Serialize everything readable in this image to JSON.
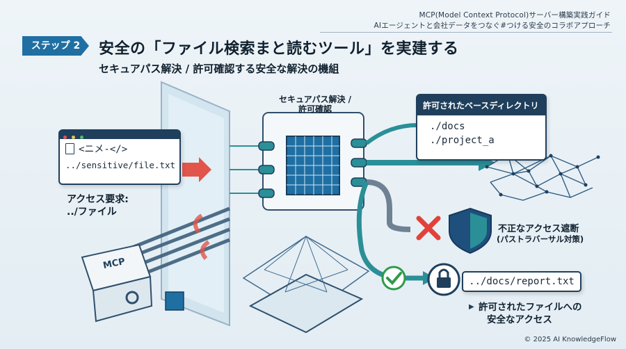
{
  "header": {
    "line1": "MCP(Model Context Protocol)サーバー構築実践ガイド",
    "line2": "AIエージェントと会社データをつなぐ#つける安全のコラボアプローチ"
  },
  "step_badge": "ステップ 2",
  "title": "安全の「ファイル検索まと読むツール」を実建する",
  "subtitle": "セキュアパス解決 / 許可確認する安全な解決の機組",
  "request_card": {
    "code": "<ニメ-</>",
    "path": "../sensitive/file.txt"
  },
  "access_request": {
    "line1": "アクセス要求:",
    "line2": "../ファイル"
  },
  "processor": {
    "label_line1": "セキュアパス解決 /",
    "label_line2": "許可確認"
  },
  "allowed_dirs": {
    "title": "許可されたベースディレクトリ",
    "items": [
      "./docs",
      "./project_a"
    ]
  },
  "blocked": {
    "line1": "不正なアクセス遮断",
    "line2": "(パストラバーサル対策)"
  },
  "allowed_file": {
    "path": "../docs/report.txt",
    "desc_line1": "許可されたファイルへの",
    "desc_line2": "安全なアクセス"
  },
  "mcp_label": "MCP",
  "copyright": "© 2025 AI KnowledgeFlow",
  "colors": {
    "primary": "#1f3f5c",
    "accent": "#1f6fa3",
    "teal": "#2a8f97",
    "danger": "#e2413b",
    "success": "#2e9a4a"
  }
}
